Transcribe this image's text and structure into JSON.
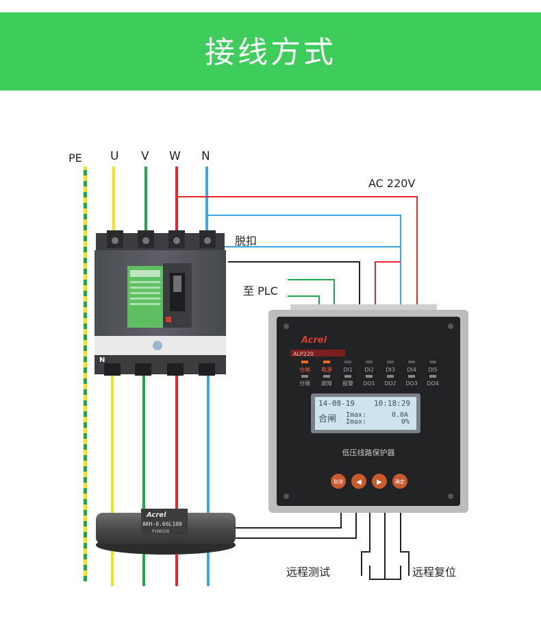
{
  "banner": {
    "title": "接线方式"
  },
  "lines": {
    "pe": "PE",
    "u": "U",
    "v": "V",
    "w": "W",
    "n": "N"
  },
  "labels": {
    "ac": "AC 220V",
    "trip": "脱扣",
    "plc": "至 PLC",
    "remote_test": "远程测试",
    "remote_reset": "远程复位"
  },
  "ct": {
    "brand": "Acrel",
    "model": "AKH-0.66L100",
    "serial": "P100228"
  },
  "breaker": {
    "n_mark": "N"
  },
  "device": {
    "brand": "Acrel",
    "model": "ALP220",
    "leds_top": [
      "合闸",
      "电源",
      "DI1",
      "DI2",
      "DI3",
      "DI4",
      "DI5"
    ],
    "leds_bottom": [
      "分闸",
      "故障",
      "报警",
      "DO1",
      "DO2",
      "DO3",
      "DO4"
    ],
    "lcd": {
      "date": "14-08-19",
      "time": "10:18:29",
      "state": "合闸",
      "row1_label": "Imax:",
      "row1_value": "0.0A",
      "row2_label": "Imax:",
      "row2_value": "0%"
    },
    "name": "低压线路保护器",
    "buttons": [
      "取消",
      "◀",
      "▶",
      "确定"
    ]
  },
  "colors": {
    "banner": "#3ecd5b",
    "yellow": "#f2e21a",
    "green": "#1fa84a",
    "red": "#e8262b",
    "blue": "#3ba6e0",
    "black": "#222222"
  }
}
